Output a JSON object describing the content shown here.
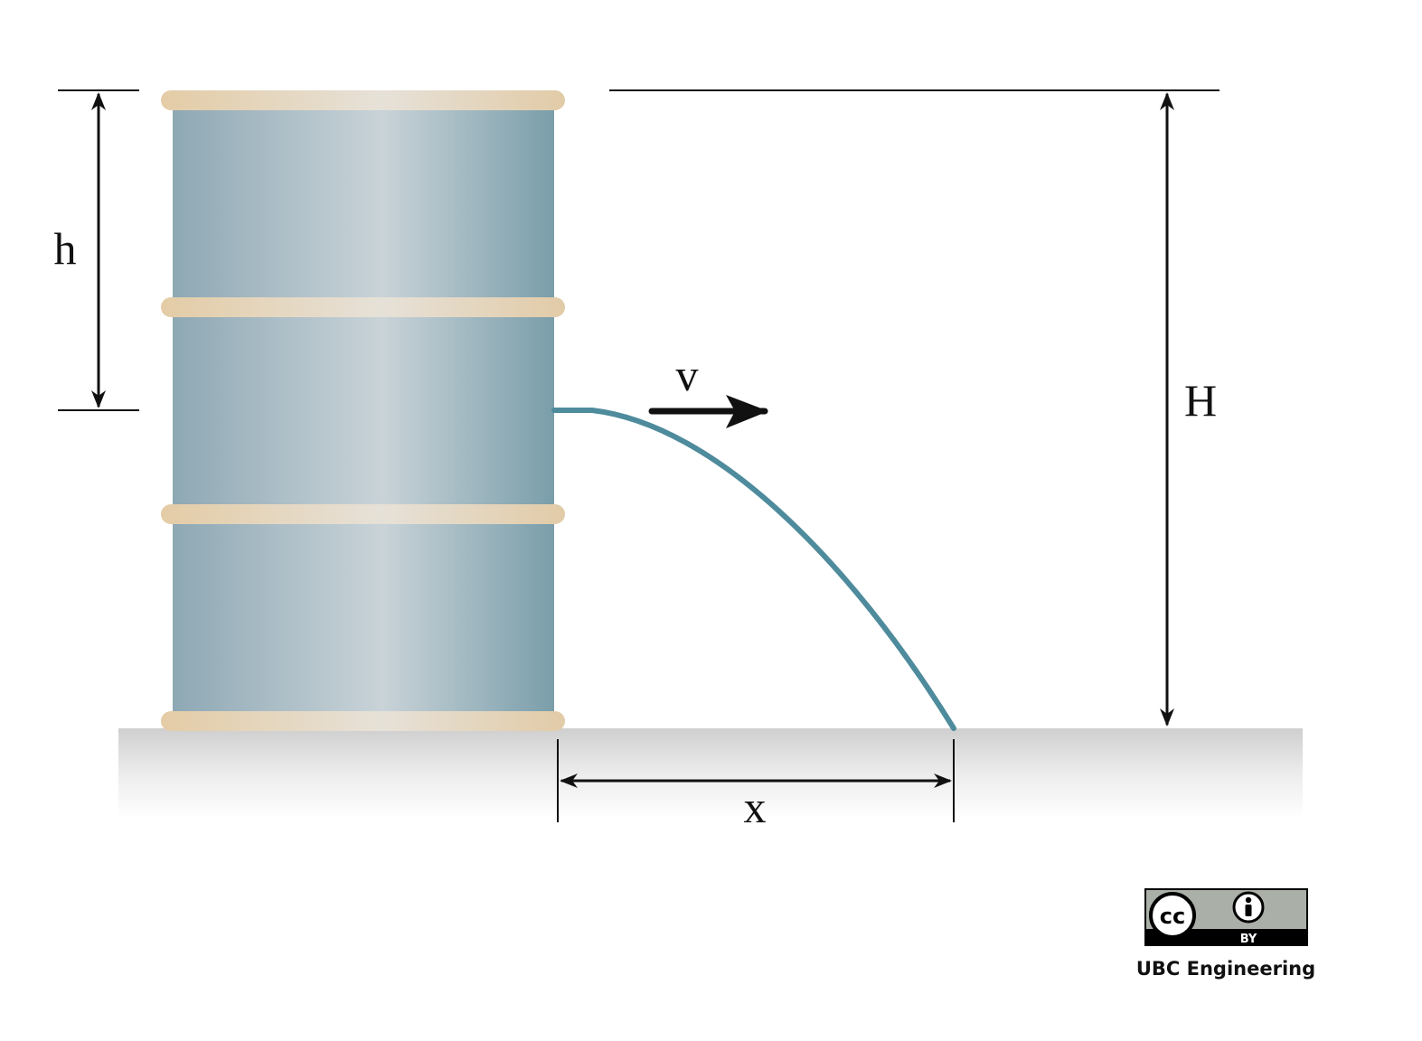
{
  "labels": {
    "h": "h",
    "v": "v",
    "H": "H",
    "x": "x"
  },
  "license": {
    "cc": "cc",
    "by": "BY",
    "credit": "UBC Engineering"
  },
  "colors": {
    "barrel_edge": "#8aa3b0",
    "barrel_highlight": "#c9d3d8",
    "barrel_dark": "#7a9eaa",
    "rim_edge": "#e3cfad",
    "rim_highlight": "#e6e1d8",
    "water_jet": "#4e8b9c",
    "ground_top": "#d0d0d0",
    "dimension_line": "#111111",
    "badge_grey": "#aab0a8"
  }
}
